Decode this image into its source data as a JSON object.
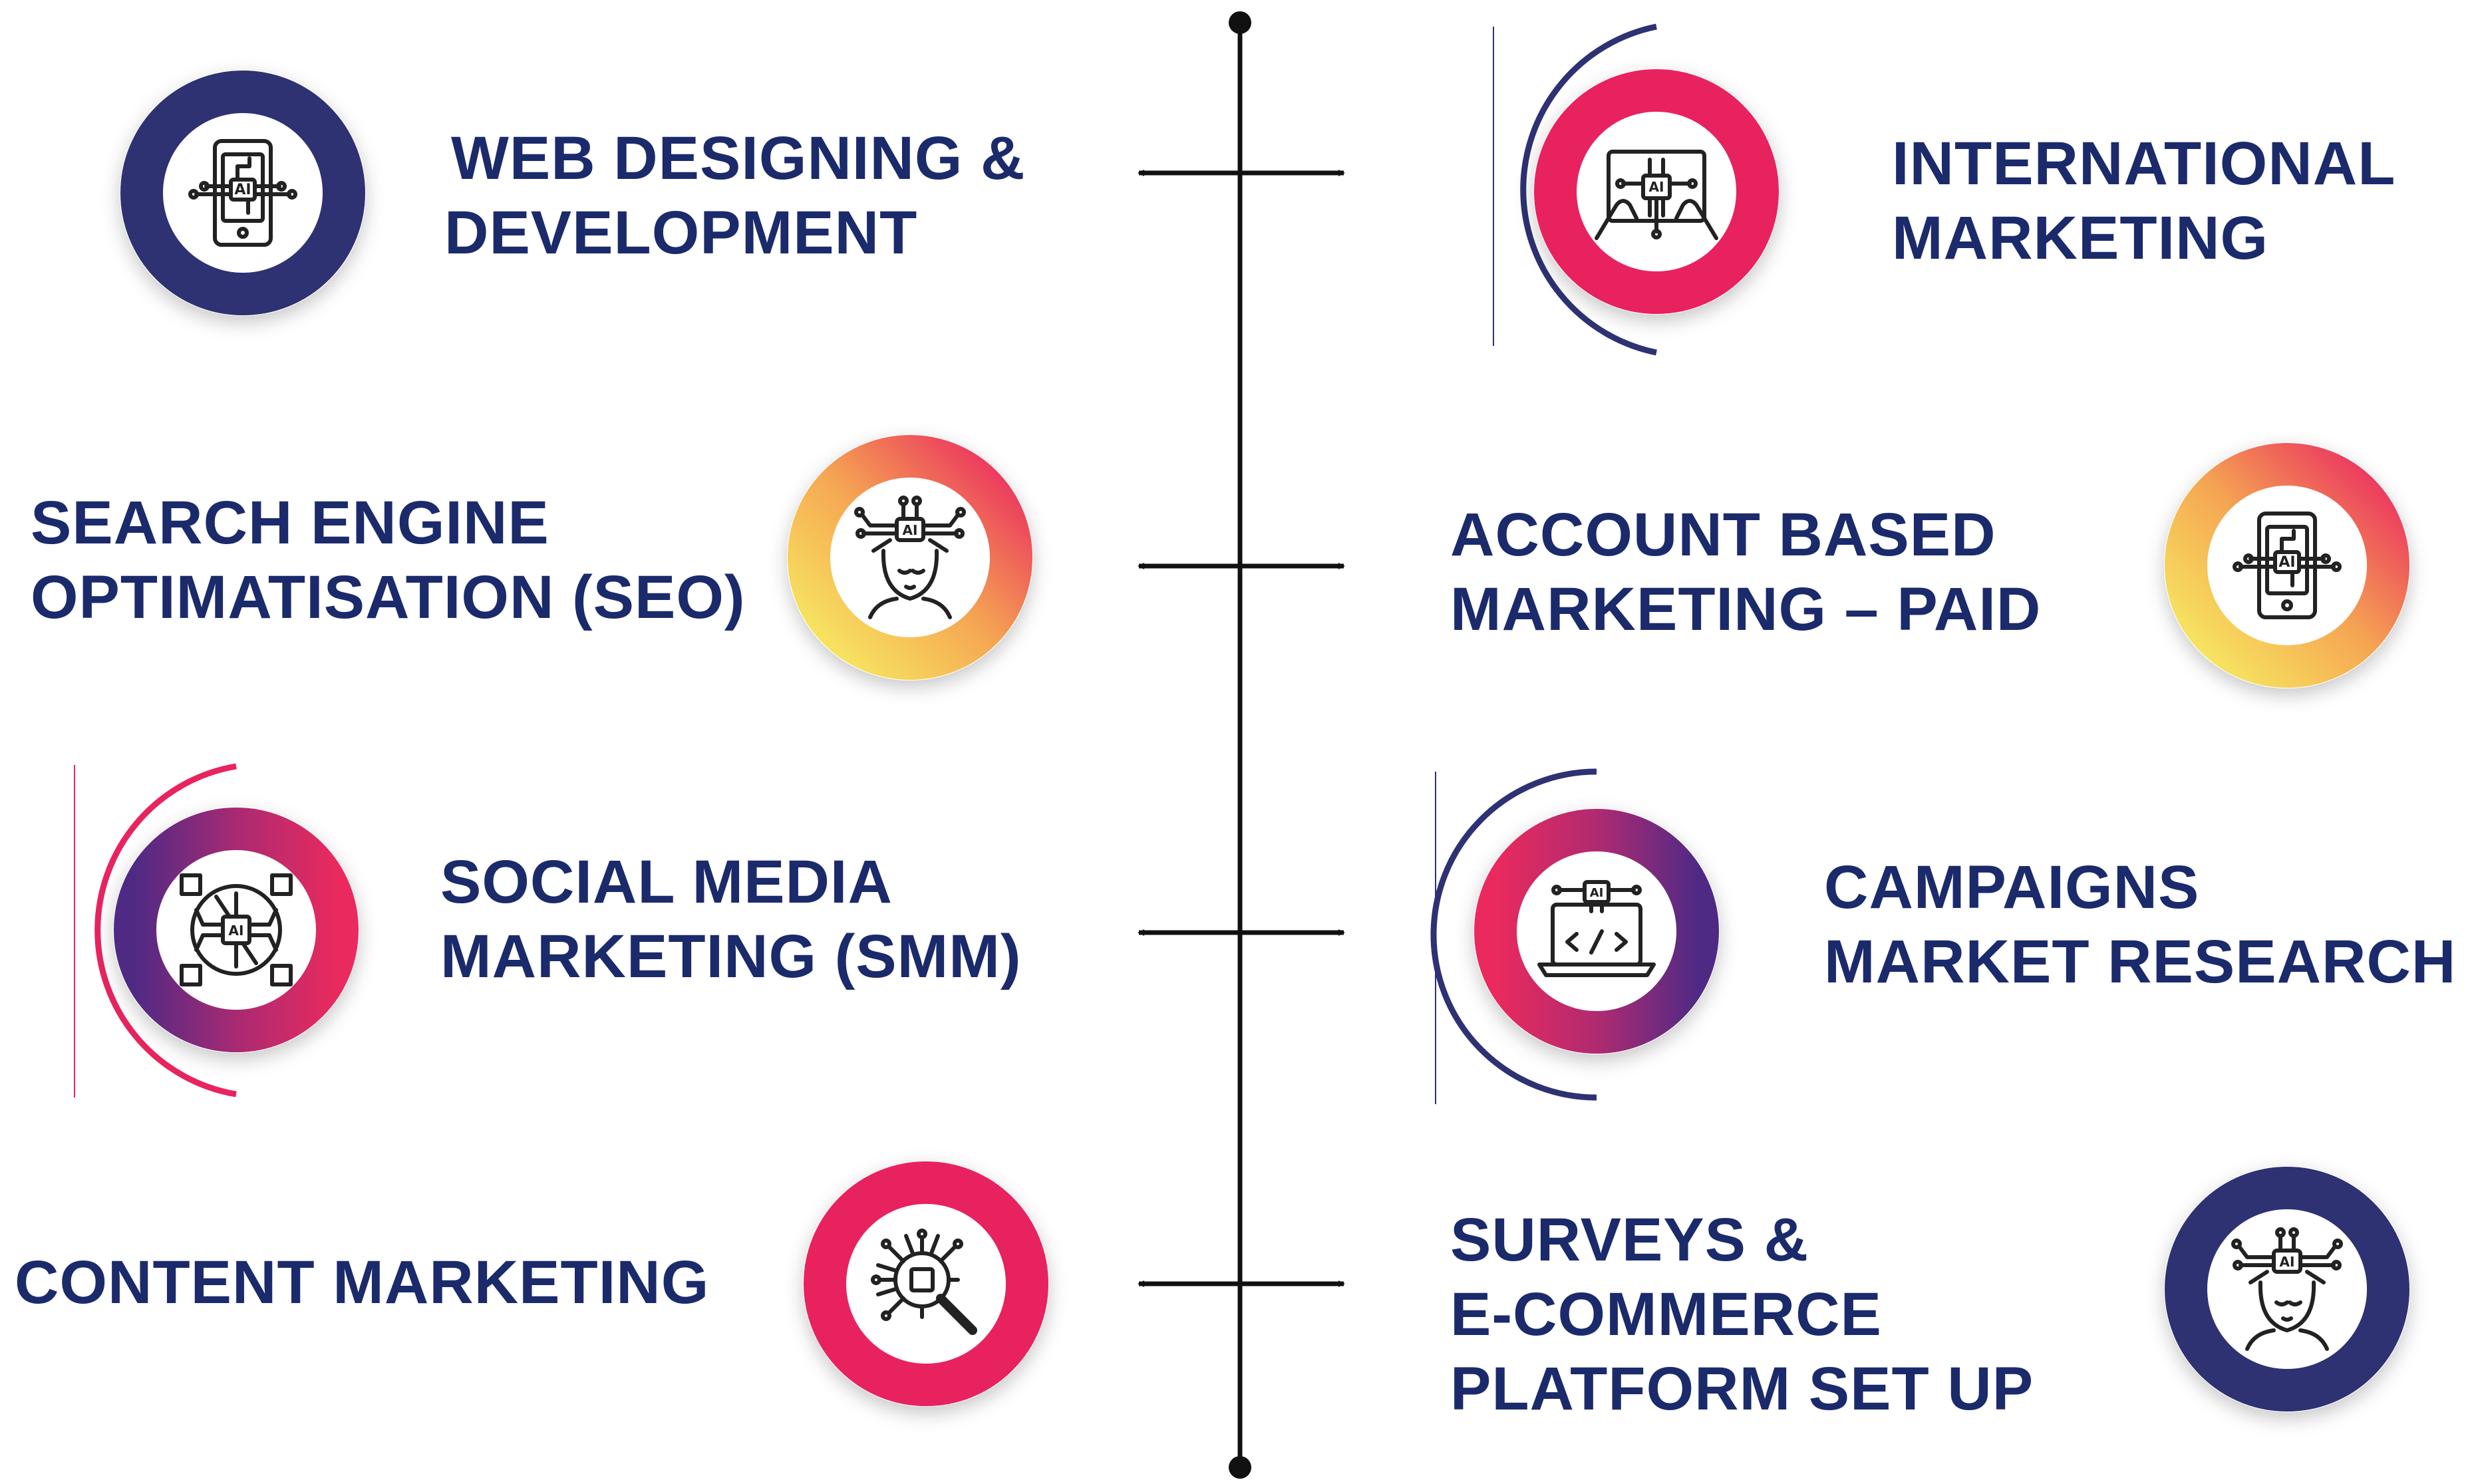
{
  "colors": {
    "text": "#1b2a6b",
    "navy": "#2e3172",
    "pink": "#e8235e",
    "yellow": "#f7e85a",
    "orange": "#f4a052",
    "purple": "#5b2a82",
    "line": "#111111"
  },
  "services_left": [
    {
      "lines": [
        "WEB DESIGNING &",
        "DEVELOPMENT"
      ],
      "icon": "ai-smartphone-icon",
      "ring": "navy"
    },
    {
      "lines": [
        "SEARCH ENGINE",
        "OPTIMATISATION (SEO)"
      ],
      "icon": "ai-brain-head-icon",
      "ring": "yellow-pink-gradient"
    },
    {
      "lines": [
        "SOCIAL MEDIA",
        "MARKETING (SMM)"
      ],
      "icon": "ai-chip-network-icon",
      "ring": "purple-pink-gradient"
    },
    {
      "lines": [
        "CONTENT MARKETING"
      ],
      "icon": "ai-chip-magnifier-icon",
      "ring": "pink"
    }
  ],
  "services_right": [
    {
      "lines": [
        "INTERNATIONAL",
        "MARKETING"
      ],
      "icon": "ai-hands-chip-icon",
      "ring": "pink"
    },
    {
      "lines": [
        "ACCOUNT BASED",
        "MARKETING – PAID"
      ],
      "icon": "ai-smartphone-icon",
      "ring": "yellow-pink-gradient"
    },
    {
      "lines": [
        "CAMPAIGNS",
        "MARKET RESEARCH"
      ],
      "icon": "ai-laptop-code-icon",
      "ring": "pink-purple-gradient"
    },
    {
      "lines": [
        "SURVEYS &",
        "E-COMMERCE",
        "PLATFORM SET UP"
      ],
      "icon": "ai-brain-head-icon",
      "ring": "navy"
    }
  ],
  "icon_text": "AI"
}
